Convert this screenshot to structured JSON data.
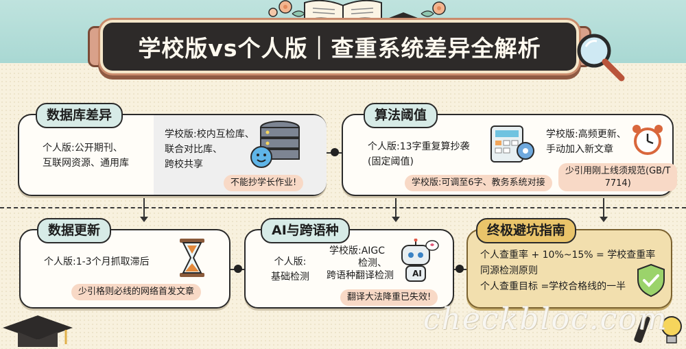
{
  "title": "学校版vs个人版｜查重系统差异全解析",
  "cards": {
    "database": {
      "label": "数据库差异",
      "personal": [
        "个人版:公开期刊、",
        "互联网资源、通用库"
      ],
      "school": [
        "学校版:校内互检库、",
        "联合对比库、",
        "跨校共享"
      ],
      "tip": "不能抄学长作业!"
    },
    "algorithm": {
      "label": "算法阈值",
      "personal": [
        "个人版:13字重复算抄袭",
        "(固定阈值)"
      ],
      "school_pill": "学校版:可调至6字、教务系统对接",
      "school": [
        "学校版:高频更新、",
        "手动加入新文章"
      ],
      "tip": [
        "少引用刚上线须规范(GB/T",
        "7714)"
      ]
    },
    "update": {
      "label": "数据更新",
      "personal": "个人版:1-3个月抓取滞后",
      "tip": "少引格则必线的网络首发文章"
    },
    "ai": {
      "label": "AI与跨语种",
      "personal": [
        "个人版:",
        "基础检测"
      ],
      "school": [
        "学校版:AIGC",
        "检测、",
        "跨语种翻译检测"
      ],
      "tip": "翻译大法降重已失效!",
      "robot_text": "AI"
    },
    "guide": {
      "label": "终极避坑指南",
      "lines": [
        "个人查重率 + 10%~15% = 学校查重率",
        "同源检测原则",
        "个人查重目标 =学校合格线的一半"
      ]
    }
  },
  "watermark": "checkbloc.com",
  "colors": {
    "banner": "#2d2a29",
    "label": "#d7ebe7",
    "gold": "#e9c46a",
    "pill": "#f8d9c6",
    "sky": "#a9d8d3"
  }
}
